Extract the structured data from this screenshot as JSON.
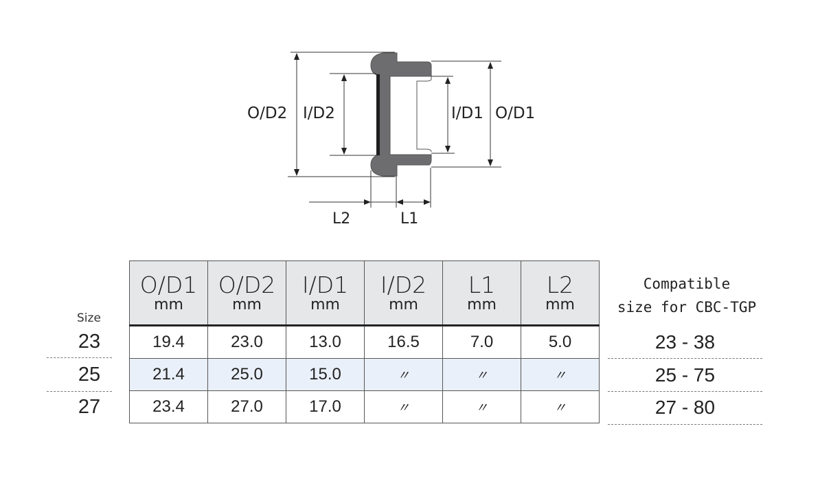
{
  "diagram": {
    "labels": {
      "od2": "O/D2",
      "id2": "I/D2",
      "id1": "I/D1",
      "od1": "O/D1",
      "l2": "L2",
      "l1": "L1"
    },
    "part_color": "#6d6d6f"
  },
  "table": {
    "size_label": "Size",
    "headers": [
      {
        "name": "O/D1",
        "unit": "mm"
      },
      {
        "name": "O/D2",
        "unit": "mm"
      },
      {
        "name": "I/D1",
        "unit": "mm"
      },
      {
        "name": "I/D2",
        "unit": "mm"
      },
      {
        "name": "L1",
        "unit": "mm"
      },
      {
        "name": "L2",
        "unit": "mm"
      }
    ],
    "compat_header_line1": "Compatible",
    "compat_header_line2": "size for CBC-TGP",
    "rows": [
      {
        "size": "23",
        "cells": [
          "19.4",
          "23.0",
          "13.0",
          "16.5",
          "7.0",
          "5.0"
        ],
        "compat": "23 - 38"
      },
      {
        "size": "25",
        "cells": [
          "21.4",
          "25.0",
          "15.0",
          "〃",
          "〃",
          "〃"
        ],
        "compat": "25 - 75"
      },
      {
        "size": "27",
        "cells": [
          "23.4",
          "27.0",
          "17.0",
          "〃",
          "〃",
          "〃"
        ],
        "compat": "27 - 80"
      }
    ],
    "alt_row_color": "#eaf0f9",
    "header_color": "#e6e7e8"
  }
}
